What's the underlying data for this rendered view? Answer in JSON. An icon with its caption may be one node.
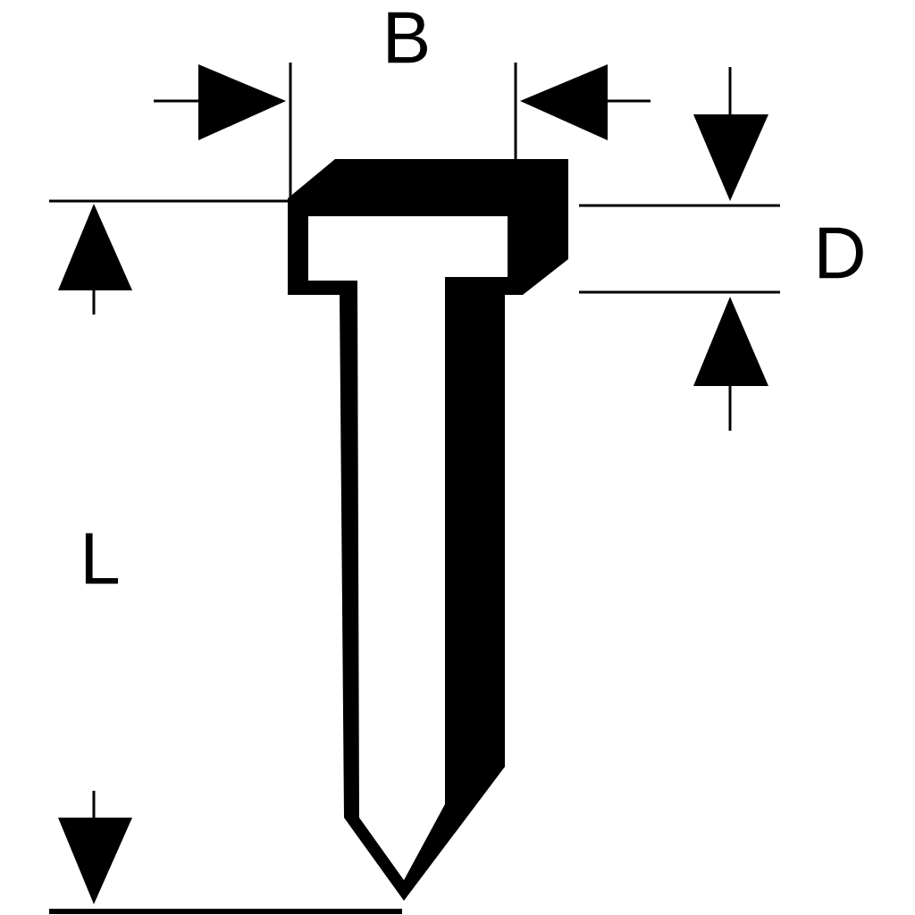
{
  "diagram": {
    "labels": [
      "B",
      "D",
      "L"
    ]
  }
}
